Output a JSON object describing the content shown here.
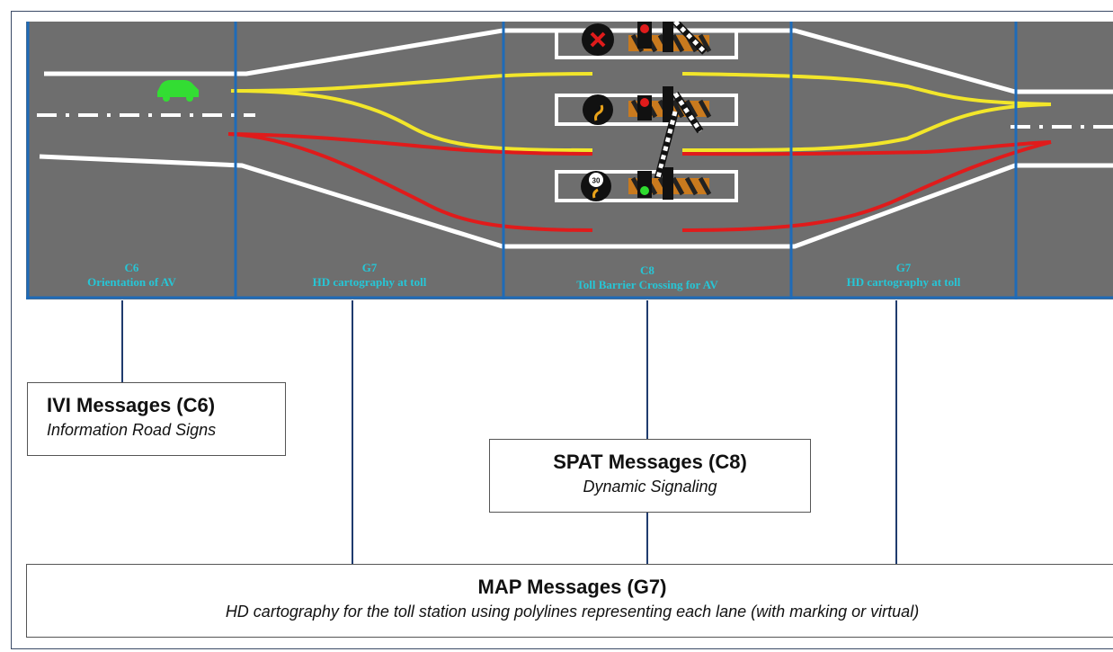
{
  "zones": [
    {
      "code": "C6",
      "desc": "Orientation of AV"
    },
    {
      "code": "G7",
      "desc": "HD cartography at toll"
    },
    {
      "code": "C8",
      "desc": "Toll Barrier Crossing for AV"
    },
    {
      "code": "G7",
      "desc": "HD cartography at toll"
    }
  ],
  "speed_sign": "30",
  "boxes": {
    "ivi": {
      "title": "IVI Messages (C6)",
      "subtitle": "Information Road Signs"
    },
    "spat": {
      "title": "SPAT Messages (C8)",
      "subtitle": "Dynamic Signaling"
    },
    "map": {
      "title": "MAP Messages (G7)",
      "subtitle": "HD cartography for the toll station using polylines representing each lane (with marking or virtual)"
    }
  },
  "colors": {
    "road": "#6e6e6e",
    "zone_divider": "#1e6bb8",
    "zone_label": "#26c6d6",
    "lane_yellow": "#f2e62a",
    "lane_red": "#e01b1b",
    "vehicle": "#33dd33"
  },
  "icons": [
    "car-icon",
    "traffic-light-icon",
    "barrier-icon",
    "no-entry-icon",
    "speed-limit-icon"
  ]
}
